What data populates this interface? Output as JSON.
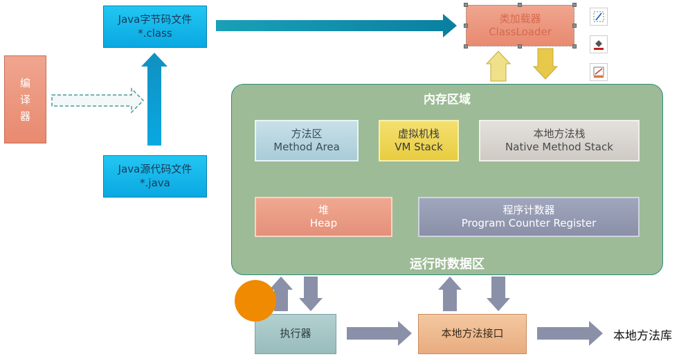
{
  "compiler": {
    "label": "编\n译\n器"
  },
  "bytecode": {
    "line1": "Java字节码文件",
    "line2": "*.class"
  },
  "source": {
    "line1": "Java源代码文件",
    "line2": "*.java"
  },
  "classloader": {
    "line1": "类加载器",
    "line2": "ClassLoader"
  },
  "memory": {
    "title": "内存区域",
    "subtitle": "运行时数据区",
    "method_area": {
      "cn": "方法区",
      "en": "Method Area"
    },
    "vm_stack": {
      "cn": "虚拟机栈",
      "en": "VM Stack"
    },
    "native_stack": {
      "cn": "本地方法栈",
      "en": "Native Method Stack"
    },
    "heap": {
      "cn": "堆",
      "en": "Heap"
    },
    "pc_register": {
      "cn": "程序计数器",
      "en": "Program Counter Register"
    }
  },
  "executor": {
    "label": "执行器"
  },
  "native_interface": {
    "label": "本地方法接口"
  },
  "native_library": {
    "label": "本地方法库"
  },
  "toolbar": {
    "icons": [
      "edit-shape-icon",
      "fill-bucket-icon",
      "line-color-icon",
      "layers-icon"
    ]
  },
  "colors": {
    "blue": "#0aa8e2",
    "salmon": "#e88a70",
    "zone": "#9dbb96",
    "arrow_gray": "#8a90a8",
    "arrow_yellow": "#e8c84a",
    "orange_dot": "#f08a00"
  }
}
